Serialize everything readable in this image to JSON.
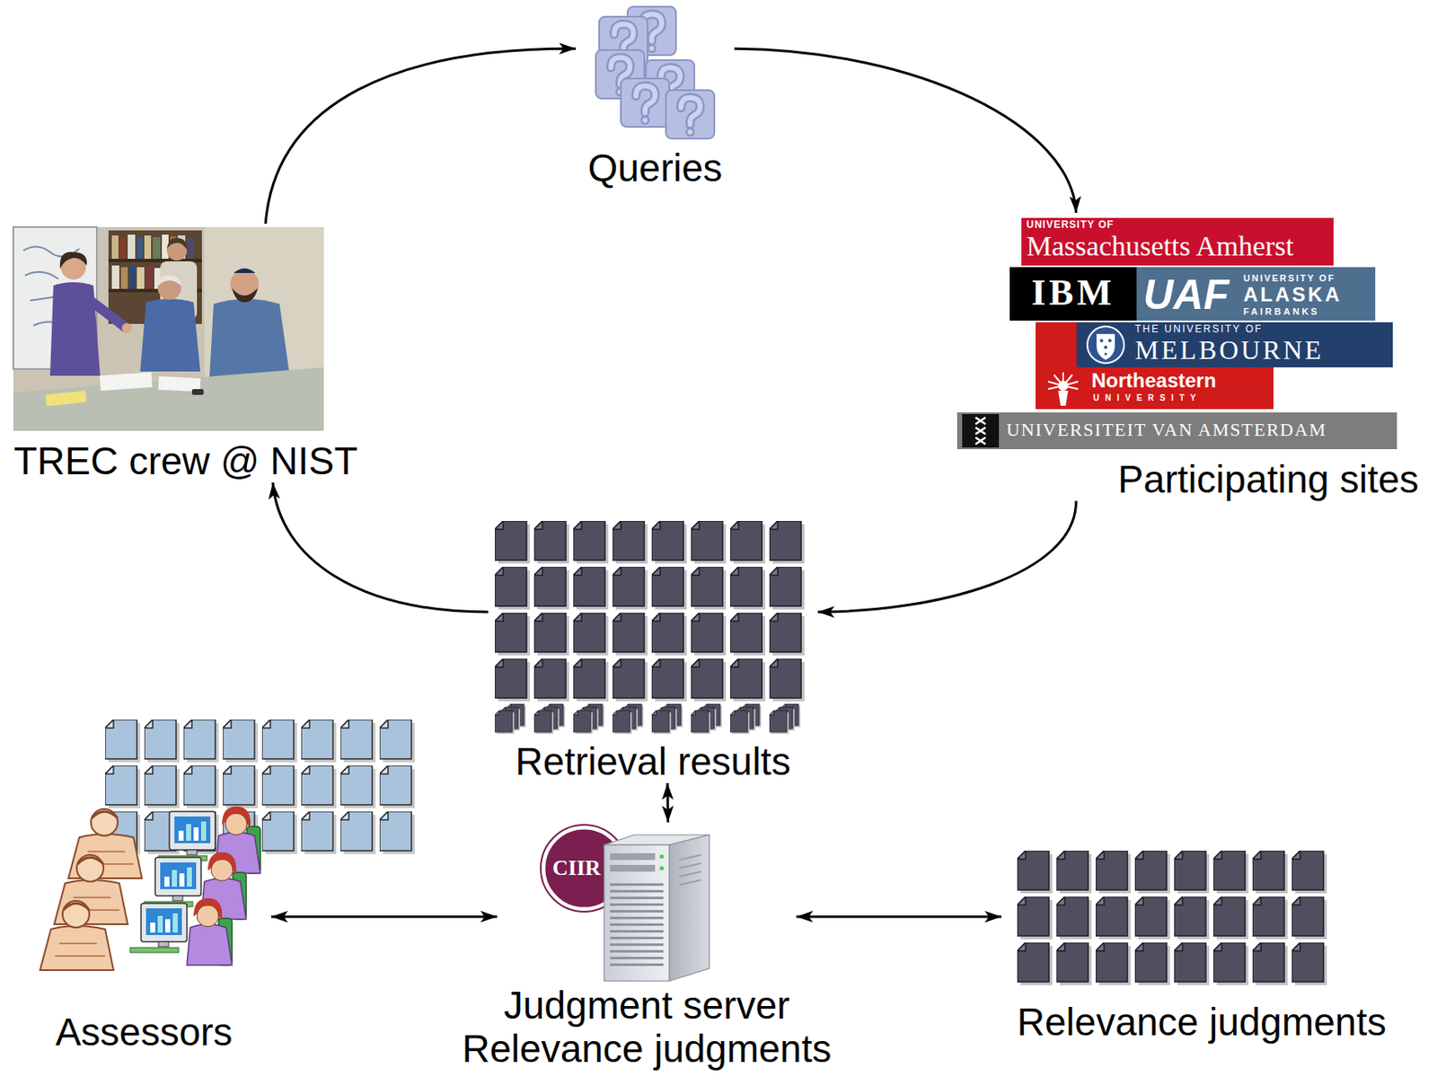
{
  "diagram": {
    "nodes": [
      {
        "text": [
          "Queries"
        ]
      },
      {
        "text": [
          "TREC crew @ NIST"
        ]
      },
      {
        "text": [
          "Participating sites"
        ]
      },
      {
        "text": [
          "Retrieval results"
        ]
      },
      {
        "text": [
          "Assessors"
        ]
      },
      {
        "text": [
          "Judgment server"
        ]
      },
      {
        "text": [
          "Relevance judgments"
        ]
      }
    ],
    "edges": [
      {
        "from": 1,
        "to": 0,
        "arrow": "to"
      },
      {
        "from": 0,
        "to": 2,
        "arrow": "to"
      },
      {
        "from": 2,
        "to": 3,
        "arrow": "to"
      },
      {
        "from": 3,
        "to": 1,
        "arrow": "to"
      },
      {
        "from": 3,
        "to": 5,
        "arrow": "both"
      },
      {
        "from": 4,
        "to": 5,
        "arrow": "both"
      },
      {
        "from": 5,
        "to": 6,
        "arrow": "both"
      }
    ],
    "labels": [
      "UNIVERSITY OF",
      "Massachusetts Amherst",
      "IBM",
      "UAF",
      "UNIVERSITY OF",
      "ALASKA",
      "FAIRBANKS",
      "THE UNIVERSITY OF",
      "MELBOURNE",
      "Northeastern",
      "UNIVERSITY",
      "UNIVERSITEIT VAN AMSTERDAM",
      "CIIR",
      "Relevance judgments"
    ]
  }
}
